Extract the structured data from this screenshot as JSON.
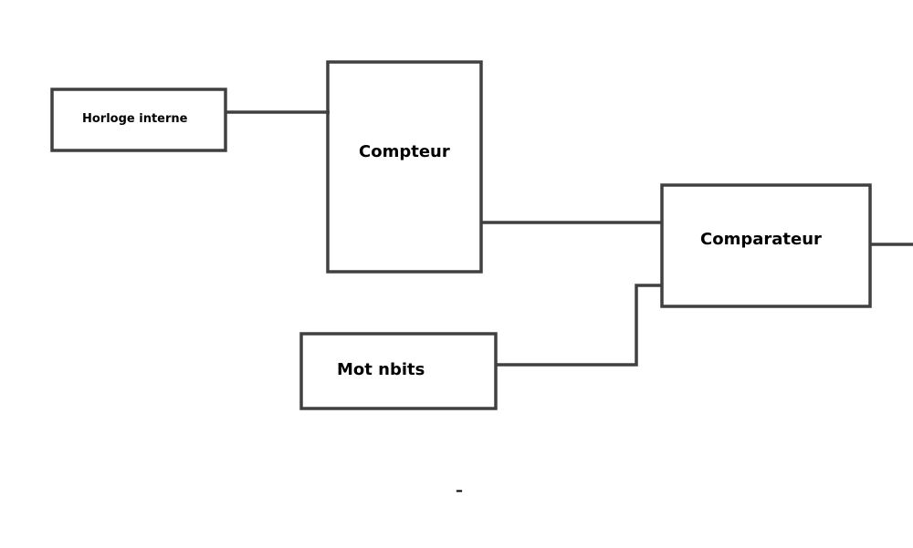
{
  "blocks": {
    "clock": {
      "label": "Horloge interne"
    },
    "counter": {
      "label": "Compteur"
    },
    "comparator": {
      "label": "Comparateur"
    },
    "word": {
      "label": "Mot nbits"
    }
  },
  "stray_mark": "–",
  "colors": {
    "stroke": "#404040",
    "text": "#000000"
  }
}
